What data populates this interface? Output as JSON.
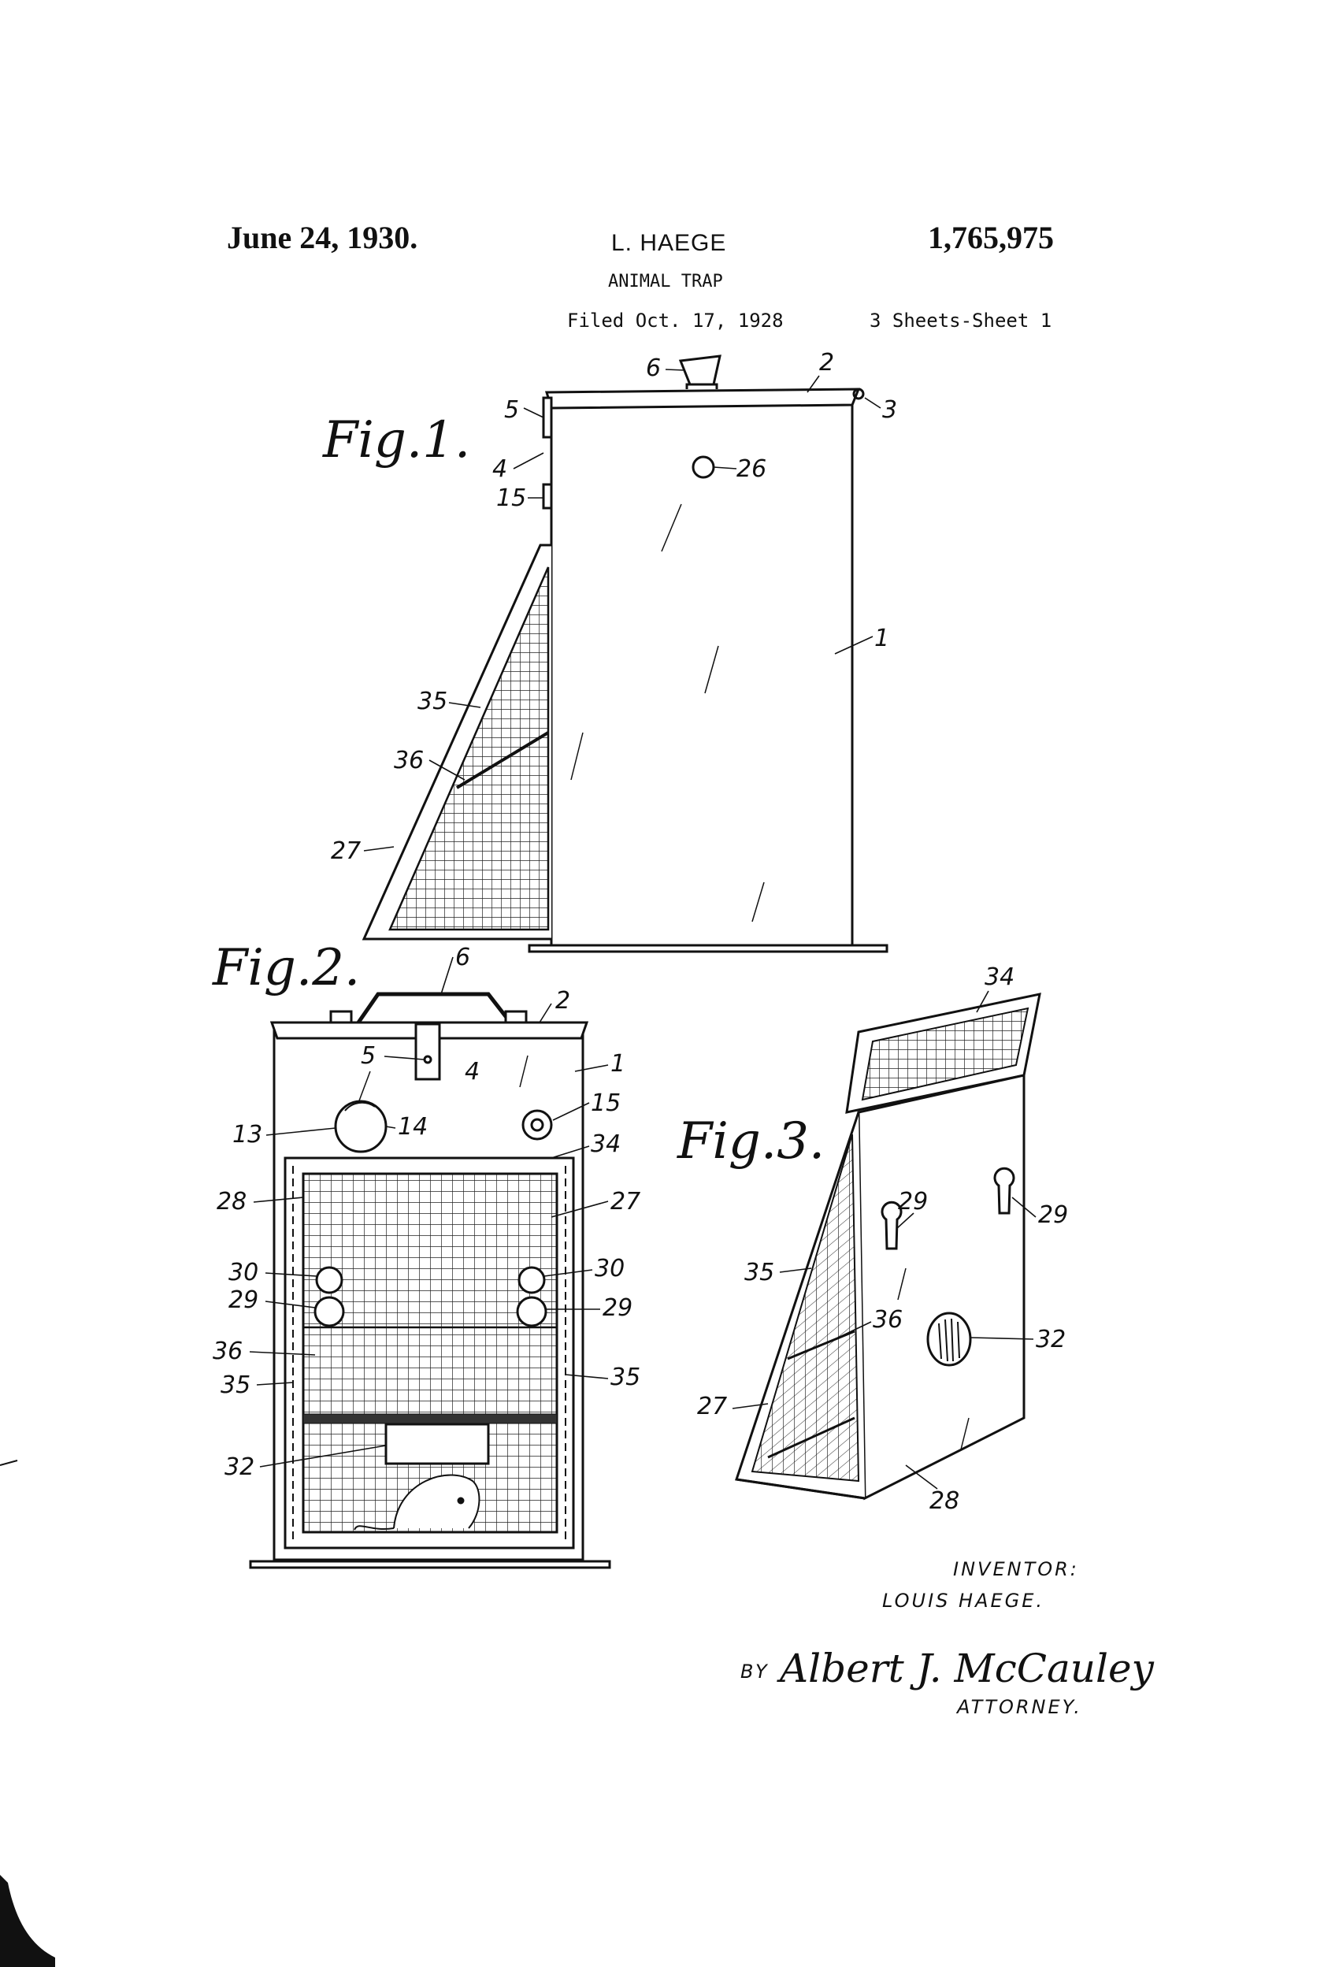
{
  "header": {
    "date": "June 24, 1930.",
    "inventor": "L. HAEGE",
    "patent_number": "1,765,975",
    "title": "ANIMAL TRAP",
    "filed": "Filed Oct. 17, 1928",
    "sheets": "3 Sheets-Sheet 1"
  },
  "figures": {
    "fig1": "Fig.1.",
    "fig2": "Fig.2.",
    "fig3": "Fig.3."
  },
  "fig1_refs": {
    "r6": "6",
    "r2": "2",
    "r3": "3",
    "r5": "5",
    "r4": "4",
    "r15": "15",
    "r26": "26",
    "r1": "1",
    "r35": "35",
    "r36": "36",
    "r27": "27"
  },
  "fig2_refs": {
    "r6": "6",
    "r2": "2",
    "r5": "5",
    "r4": "4",
    "r1": "1",
    "r15": "15",
    "r13": "13",
    "r14": "14",
    "r34": "34",
    "r28": "28",
    "r27": "27",
    "r30a": "30",
    "r30b": "30",
    "r29a": "29",
    "r29b": "29",
    "r36": "36",
    "r35a": "35",
    "r35b": "35",
    "r32": "32"
  },
  "fig3_refs": {
    "r34": "34",
    "r29a": "29",
    "r29b": "29",
    "r35": "35",
    "r36": "36",
    "r32": "32",
    "r27": "27",
    "r28": "28"
  },
  "signature": {
    "inventor_label": "INVENTOR:",
    "inventor_name": "LOUIS HAEGE.",
    "by": "BY",
    "attorney_signature": "Albert J. McCauley",
    "attorney_label": "ATTORNEY."
  }
}
